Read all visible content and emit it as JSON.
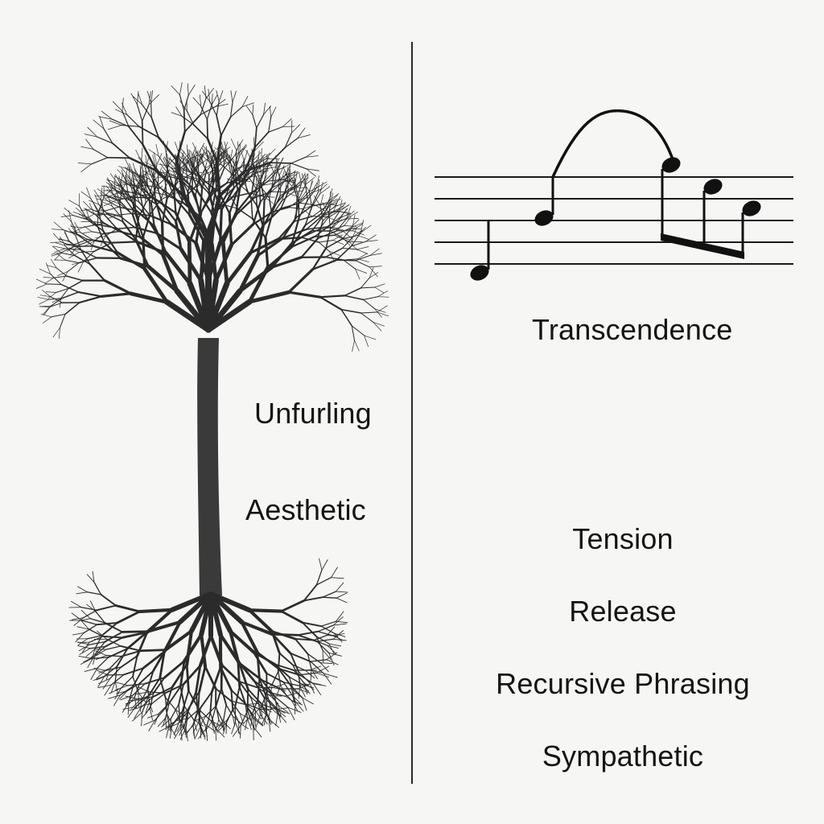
{
  "left": {
    "words": [
      "Unfurling",
      "Aesthetic"
    ]
  },
  "right": {
    "top_word": "Transcendence",
    "words": [
      "Tension",
      "Release",
      "Recursive Phrasing",
      "Sympathetic"
    ]
  },
  "colors": {
    "ink": "#141414",
    "background": "#f6f6f4",
    "branch": "#2b2b2b"
  },
  "icons": {
    "tree": "tree-icon",
    "roots": "roots-icon",
    "staff": "music-staff-icon"
  }
}
